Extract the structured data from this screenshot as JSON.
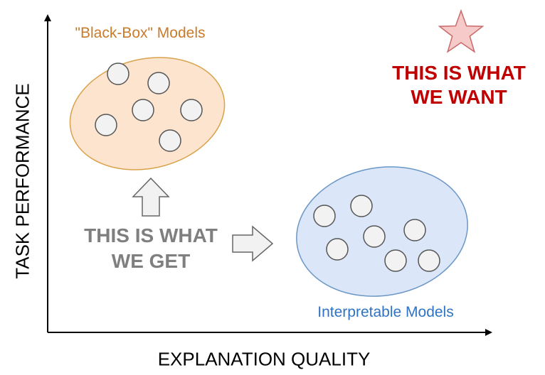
{
  "axes": {
    "y_label": "TASK PERFORMANCE",
    "x_label": "EXPLANATION QUALITY"
  },
  "clusters": {
    "black_box": {
      "label": "\"Black-Box\" Models",
      "label_color": "#c97b2a",
      "fill": "#fde4cf",
      "stroke": "#d9a24a"
    },
    "interpretable": {
      "label": "Interpretable Models",
      "label_color": "#2f73c4",
      "fill": "#dbe7f8",
      "stroke": "#6b97c7"
    }
  },
  "target": {
    "line1": "THIS IS WHAT",
    "line2": "WE WANT",
    "color": "#c00000",
    "star_fill": "#f7caca",
    "star_stroke": "#c96a6a"
  },
  "current": {
    "line1": "THIS IS WHAT",
    "line2": "WE GET",
    "color": "#7f7f7f"
  },
  "model_dot_fill": "#f2f2f2",
  "model_dot_stroke": "#555555",
  "arrow_fill": "#f2f2f2",
  "arrow_stroke": "#666666"
}
